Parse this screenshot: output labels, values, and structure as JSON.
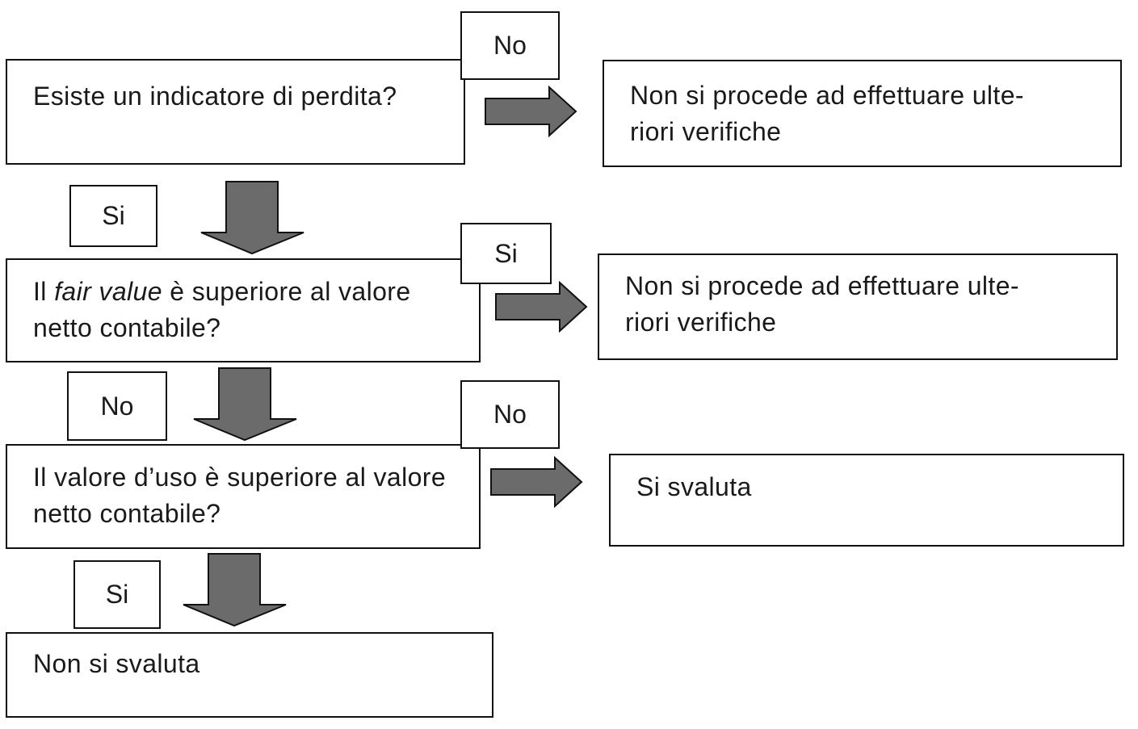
{
  "questions": {
    "q1": "Esiste un indicatore di perdita?",
    "q2_prefix": "Il ",
    "q2_emph": "fair value",
    "q2_suffix": " è superiore al valore netto contabile?",
    "q3": "Il valore d’uso è superiore al valore netto contabile?"
  },
  "outcomes": {
    "o1_line1": "Non si procede ad effettuare ulte-",
    "o1_line2": "riori verifiche",
    "o2_line1": "Non si procede ad effettuare ulte-",
    "o2_line2": "riori verifiche",
    "o3": "Si svaluta",
    "o4": "Non si svaluta"
  },
  "labels": {
    "q1_right": "No",
    "q1_down": "Si",
    "q2_right": "Si",
    "q2_down": "No",
    "q3_right": "No",
    "q3_down": "Si"
  },
  "colors": {
    "arrow_fill": "#6b6b6b",
    "border": "#111111"
  },
  "icons": {
    "right_arrow": "block-arrow-right",
    "down_arrow": "block-arrow-down"
  }
}
